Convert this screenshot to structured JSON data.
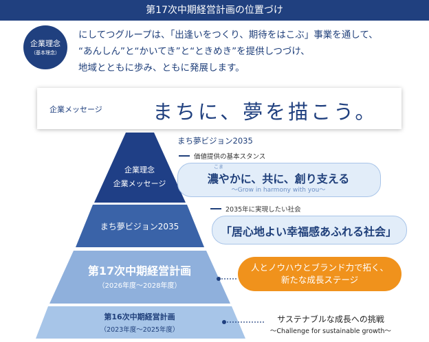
{
  "header": {
    "title": "第17次中期経営計画の位置づけ"
  },
  "philosophy": {
    "badge_title": "企業理念",
    "badge_sub": "（基本理念）",
    "lines": [
      "にしてつグループは、「出逢いをつくり、期待をはこぶ」事業を通して、",
      "“あんしん”と“かいてき”と“ときめき”を提供しつづけ、",
      "地域とともに歩み、ともに発展します。"
    ]
  },
  "message": {
    "label": "企業メッセージ",
    "main": "まちに、夢を描こう。"
  },
  "pyramid": {
    "top_line1": "企業理念",
    "top_line2": "企業メッセージ",
    "vision": "まち夢ビジョン2035",
    "plan17_title": "第17次中期経営計画",
    "plan17_period": "（2026年度～2028年度）",
    "plan16_title": "第16次中期経営計画",
    "plan16_period": "（2023年度～2025年度）",
    "colors": {
      "top": "#1f3f86",
      "vision": "#3a63a8",
      "plan17": "#8fb0dc",
      "plan16": "#a7c5e8"
    }
  },
  "vision_section": {
    "title": "まち夢ビジョン2035",
    "stance_label": "価値提供の基本スタンス",
    "stance_ruby": "こま",
    "stance_main": "濃やかに、共に、創り支える",
    "stance_sub": "～Grow in harmony with you～",
    "society_label": "2035年に実現したい社会",
    "society_main": "「居心地よい幸福感あふれる社会」"
  },
  "plan17_callout": {
    "line1": "人とノウハウとブランド力で拓く、",
    "line2": "新たな成長ステージ"
  },
  "plan16_callout": {
    "main": "サステナブルな成長への挑戦",
    "sub": "～Challenge for sustainable growth～"
  }
}
